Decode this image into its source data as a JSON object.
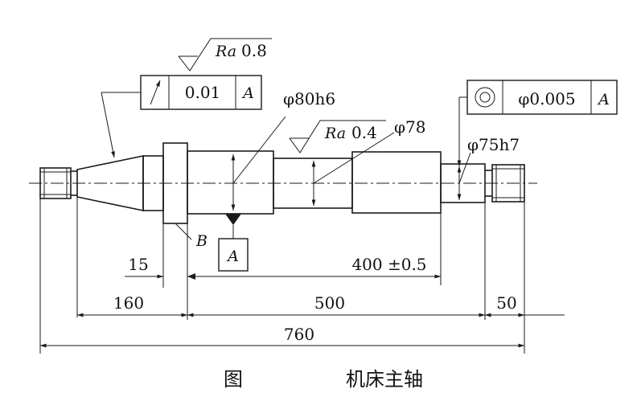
{
  "gtol_runout": {
    "tolerance": "0.01",
    "datum": "A"
  },
  "gtol_concentric": {
    "tolerance": "φ0.005",
    "datum": "A"
  },
  "roughness_1": {
    "label": "Ra",
    "value": "0.8"
  },
  "roughness_2": {
    "label": "Ra",
    "value": "0.4"
  },
  "diameters": {
    "d80": "φ80h6",
    "d78": "φ78",
    "d75": "φ75h7"
  },
  "labels": {
    "b": "B",
    "datum_a": "A"
  },
  "dims": {
    "d15": "15",
    "d400": "400 ±0.5",
    "d160": "160",
    "d500": "500",
    "d50": "50",
    "d760": "760"
  },
  "caption": {
    "fig": "图",
    "title": "机床主轴"
  }
}
